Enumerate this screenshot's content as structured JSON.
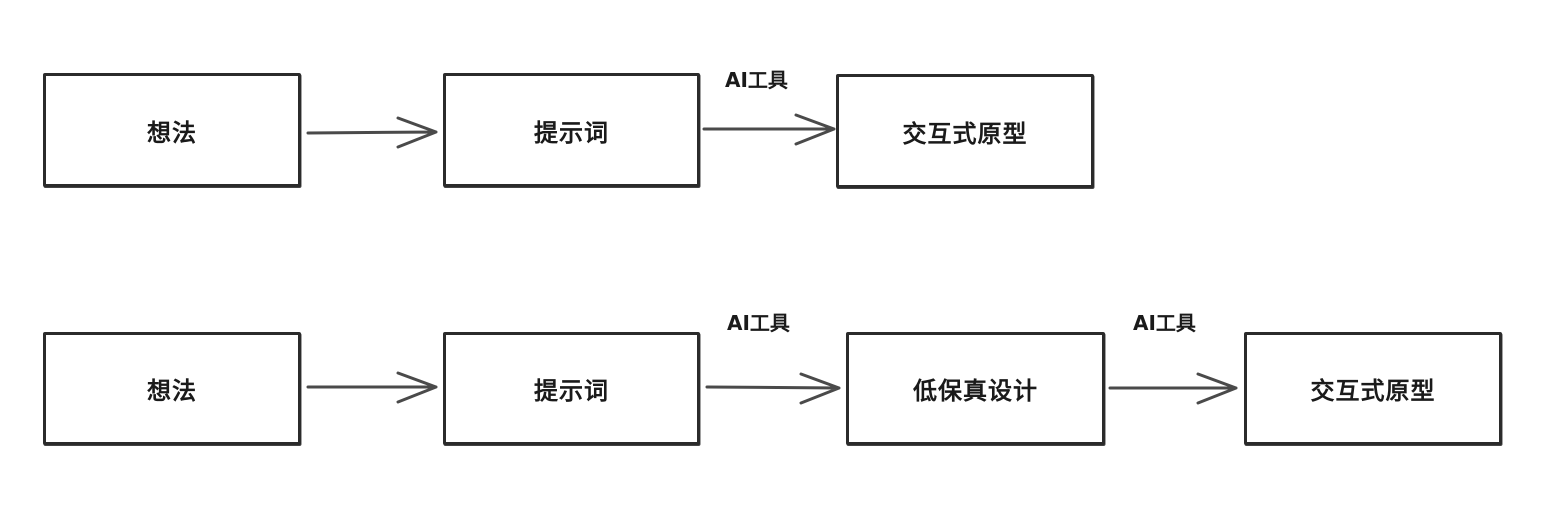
{
  "rows": [
    {
      "nodes": [
        {
          "label": "想法"
        },
        {
          "label": "提示词"
        },
        {
          "label": "交互式原型"
        }
      ],
      "edges": [
        {
          "label": ""
        },
        {
          "label": "AI工具"
        }
      ]
    },
    {
      "nodes": [
        {
          "label": "想法"
        },
        {
          "label": "提示词"
        },
        {
          "label": "低保真设计"
        },
        {
          "label": "交互式原型"
        }
      ],
      "edges": [
        {
          "label": ""
        },
        {
          "label": "AI工具"
        },
        {
          "label": "AI工具"
        }
      ]
    }
  ],
  "colors": {
    "stroke": "#2b2b2b",
    "arrow": "#4a4a4a",
    "text": "#1a1a1a",
    "background": "#ffffff"
  }
}
